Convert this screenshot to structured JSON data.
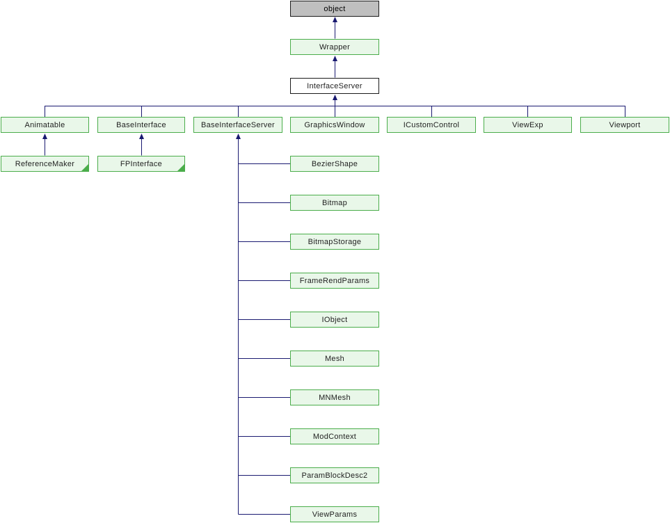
{
  "diagram": {
    "kind": "class-inheritance-graph",
    "colors": {
      "background": "#ffffff",
      "edge": "#191970",
      "green_node_border": "#4aad4a",
      "green_node_fill": "#e9f7e9",
      "gray_node_fill": "#bfbfbf",
      "plain_node_border": "#1a1a1a",
      "text": "#1f1f1f"
    },
    "nodes": [
      {
        "label": "object",
        "style": "gray"
      },
      {
        "label": "Wrapper",
        "style": "green"
      },
      {
        "label": "InterfaceServer",
        "style": "white"
      },
      {
        "label": "Animatable",
        "style": "green"
      },
      {
        "label": "BaseInterface",
        "style": "green"
      },
      {
        "label": "BaseInterfaceServer",
        "style": "green"
      },
      {
        "label": "GraphicsWindow",
        "style": "green"
      },
      {
        "label": "ICustomControl",
        "style": "green"
      },
      {
        "label": "ViewExp",
        "style": "green"
      },
      {
        "label": "Viewport",
        "style": "green"
      },
      {
        "label": "ReferenceMaker",
        "style": "green",
        "has_hidden_children": true
      },
      {
        "label": "FPInterface",
        "style": "green",
        "has_hidden_children": true
      },
      {
        "label": "BezierShape",
        "style": "green"
      },
      {
        "label": "Bitmap",
        "style": "green"
      },
      {
        "label": "BitmapStorage",
        "style": "green"
      },
      {
        "label": "FrameRendParams",
        "style": "green"
      },
      {
        "label": "IObject",
        "style": "green"
      },
      {
        "label": "Mesh",
        "style": "green"
      },
      {
        "label": "MNMesh",
        "style": "green"
      },
      {
        "label": "ModContext",
        "style": "green"
      },
      {
        "label": "ParamBlockDesc2",
        "style": "green"
      },
      {
        "label": "ViewParams",
        "style": "green"
      }
    ],
    "edges": [
      {
        "child": "Wrapper",
        "parent": "object"
      },
      {
        "child": "InterfaceServer",
        "parent": "Wrapper"
      },
      {
        "child": "Animatable",
        "parent": "InterfaceServer"
      },
      {
        "child": "BaseInterface",
        "parent": "InterfaceServer"
      },
      {
        "child": "BaseInterfaceServer",
        "parent": "InterfaceServer"
      },
      {
        "child": "GraphicsWindow",
        "parent": "InterfaceServer"
      },
      {
        "child": "ICustomControl",
        "parent": "InterfaceServer"
      },
      {
        "child": "ViewExp",
        "parent": "InterfaceServer"
      },
      {
        "child": "Viewport",
        "parent": "InterfaceServer"
      },
      {
        "child": "ReferenceMaker",
        "parent": "Animatable"
      },
      {
        "child": "FPInterface",
        "parent": "BaseInterface"
      },
      {
        "child": "BezierShape",
        "parent": "BaseInterfaceServer"
      },
      {
        "child": "Bitmap",
        "parent": "BaseInterfaceServer"
      },
      {
        "child": "BitmapStorage",
        "parent": "BaseInterfaceServer"
      },
      {
        "child": "FrameRendParams",
        "parent": "BaseInterfaceServer"
      },
      {
        "child": "IObject",
        "parent": "BaseInterfaceServer"
      },
      {
        "child": "Mesh",
        "parent": "BaseInterfaceServer"
      },
      {
        "child": "MNMesh",
        "parent": "BaseInterfaceServer"
      },
      {
        "child": "ModContext",
        "parent": "BaseInterfaceServer"
      },
      {
        "child": "ParamBlockDesc2",
        "parent": "BaseInterfaceServer"
      },
      {
        "child": "ViewParams",
        "parent": "BaseInterfaceServer"
      }
    ]
  }
}
